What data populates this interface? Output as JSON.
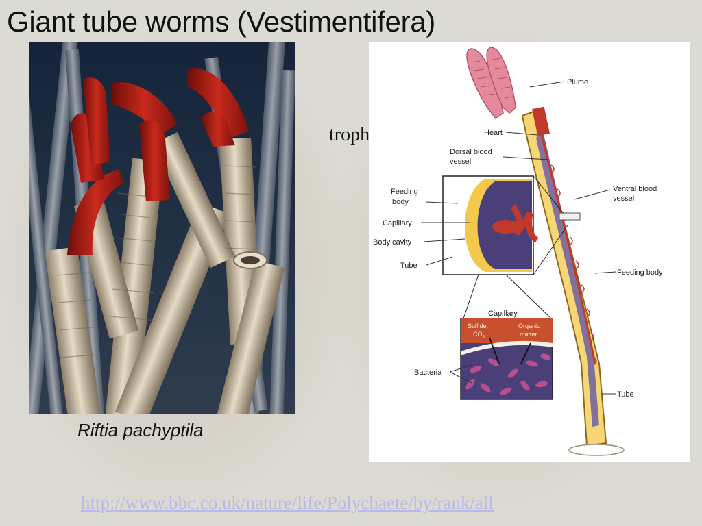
{
  "slide": {
    "title": "Giant tube worms (Vestimentifera)",
    "caption": "Riftia pachyptila",
    "trophosome_label": "trophosome",
    "link_text": "http://www.bbc.co.uk/nature/life/Polychaete/by/rank/all"
  },
  "diagram": {
    "labels": {
      "plume": "Plume",
      "heart": "Heart",
      "dorsal_blood_vessel": [
        "Dorsal blood",
        "vessel"
      ],
      "ventral_blood_vessel": [
        "Ventral blood",
        "vessel"
      ],
      "feeding_body": "Feeding body",
      "feeding_body_inset": [
        "Feeding",
        "body"
      ],
      "capillary": "Capillary",
      "body_cavity": "Body cavity",
      "tube_inset": "Tube",
      "tube": "Tube",
      "capillary_lower": "Capillary",
      "sulfide": "Sulfide,",
      "co2": "CO",
      "co2_sub": "2",
      "organic_matter": [
        "Organic",
        "matter"
      ],
      "bacteria": "Bacteria"
    }
  },
  "colors": {
    "background": "#dcdbd3",
    "plume": "#e58a9a",
    "tube_yellow": "#f2c94c",
    "blood_red": "#c0392b",
    "tissue_purple": "#6a5a9c",
    "link": "#b9b9e8"
  }
}
